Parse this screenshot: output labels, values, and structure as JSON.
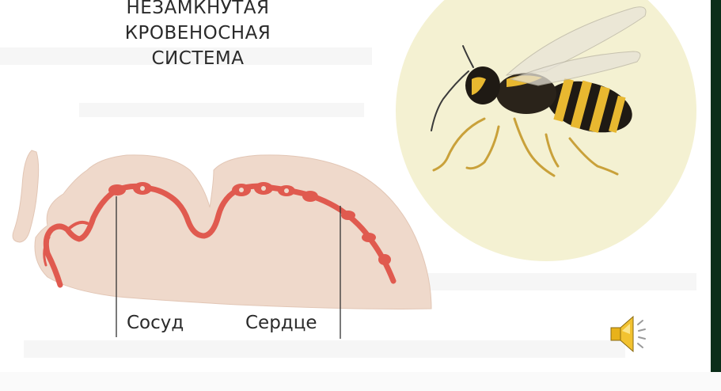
{
  "title_lines": [
    "НЕЗАМКНУТАЯ",
    "КРОВЕНОСНАЯ",
    "СИСТЕМА"
  ],
  "labels": {
    "vessel": "Сосуд",
    "heart": "Сердце"
  },
  "colors": {
    "body": "#efd9cb",
    "body_outline": "#e2c6b5",
    "blood": "#e05a4f",
    "disc": "#f4f1d2",
    "frame": "#0b2e1a"
  },
  "icons": {
    "speaker": "speaker-icon",
    "wasp": "wasp-icon"
  }
}
